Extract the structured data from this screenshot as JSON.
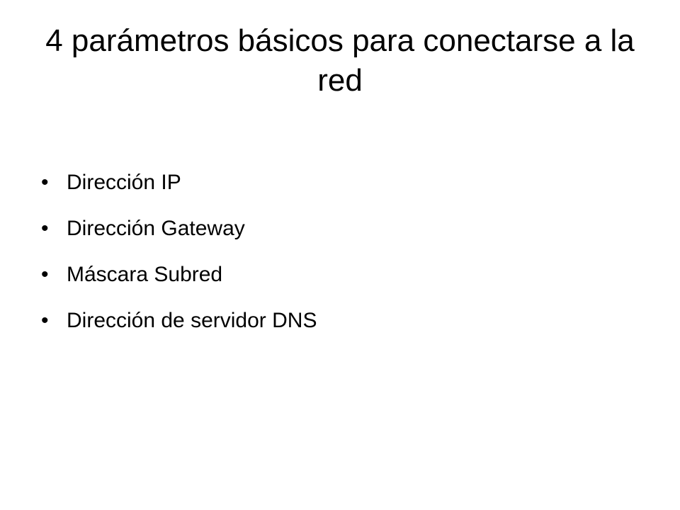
{
  "slide": {
    "title": "4 parámetros básicos para conectarse a la red",
    "bullet_symbol": "•",
    "bullets": [
      "Dirección IP",
      "Dirección Gateway",
      "Máscara Subred",
      "Dirección de servidor DNS"
    ]
  }
}
